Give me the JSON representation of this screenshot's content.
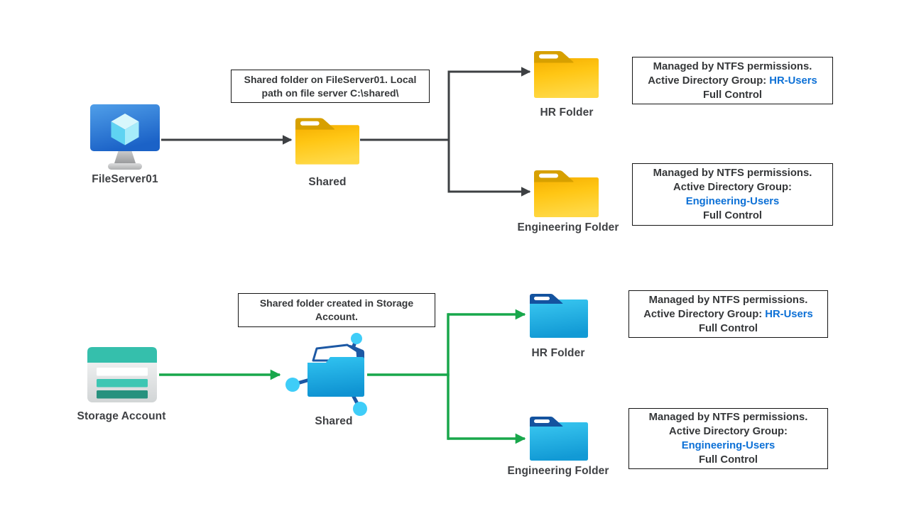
{
  "colors": {
    "top_connector": "#3D4043",
    "bottom_connector": "#18A74B",
    "link_blue": "#0C70D6",
    "folder_yellow": "#FFC614",
    "folder_yellow_tab": "#D7A000",
    "folder_cyan": "#29B9EA",
    "folder_cyan_tab": "#14539F",
    "storage_teal": "#35BFAC"
  },
  "top_flow": {
    "server_label": "FileServer01",
    "note": "Shared folder on FileServer01. Local path on file server C:\\shared\\",
    "shared_label": "Shared",
    "hr_folder_label": "HR Folder",
    "engineering_folder_label": "Engineering Folder",
    "hr_permissions": {
      "managed": "Managed by NTFS permissions.",
      "group_label": "Active Directory Group:",
      "group_name": "HR-Users",
      "access": "Full Control"
    },
    "engineering_permissions": {
      "managed": "Managed by NTFS permissions.",
      "group_label": "Active Directory Group:",
      "group_name": "Engineering-Users",
      "access": "Full Control"
    }
  },
  "bottom_flow": {
    "storage_label": "Storage Account",
    "note": "Shared folder created in Storage Account.",
    "shared_label": "Shared",
    "hr_folder_label": "HR Folder",
    "engineering_folder_label": "Engineering Folder",
    "hr_permissions": {
      "managed": "Managed by NTFS permissions.",
      "group_label": "Active Directory Group:",
      "group_name": "HR-Users",
      "access": "Full Control"
    },
    "engineering_permissions": {
      "managed": "Managed by NTFS permissions.",
      "group_label": "Active Directory Group:",
      "group_name": "Engineering-Users",
      "access": "Full Control"
    }
  }
}
